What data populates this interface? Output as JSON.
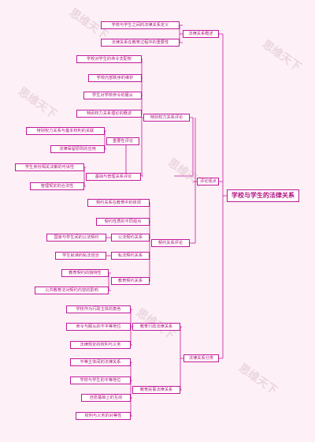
{
  "root": "学校与学生的法律关系",
  "branches": {
    "overview": "法律关系概述",
    "overview_items": [
      "学校与学生之间的法律关系定义",
      "法律关系在教育过程中的重要性"
    ],
    "evaluation": "评论观点",
    "special_power": "特别权力关系评论",
    "special_power_items": [
      "学校对学生的命令支配权",
      "学校内部秩序的维护",
      "学生对学校命令的服从",
      "特别权力关系理论的概述"
    ],
    "importance": "重要性评论",
    "importance_items": [
      "特别权力关系与基本权利的关联",
      "法律保留原则的应用"
    ],
    "basic_management": "基础与管理关系评论",
    "basic_management_items": [
      "学生身份相关决策的可诉性",
      "管理规定的合法性"
    ],
    "contract": "契约关系评论",
    "contract_items": [
      "契约关系在教育中的体现",
      "契约性质的不同观点"
    ],
    "public_law": "公法契约关系",
    "public_law_items": [
      "国家与学生间的公法契约"
    ],
    "private_law": "私法契约关系",
    "private_law_items": [
      "学生就读的私法自治"
    ],
    "education_contract": "教育契约关系",
    "education_contract_items": [
      "教育契约的独特性",
      "公共教育法对契约内容的影响"
    ],
    "types": "法律关系分类",
    "admin": "教育行政法律关系",
    "admin_items": [
      "学校作为行政主体的角色",
      "命令与服从的不平等地位",
      "法律规定的权利与义务"
    ],
    "civil": "教育民事法律关系",
    "civil_items": [
      "平等主体间的法律关系",
      "学校与学生的平等地位",
      "自愿基础上的互动",
      "权利与义务的对等性"
    ]
  },
  "watermark": "思维天下",
  "colors": {
    "line": "#c2189a",
    "text": "#b0127f",
    "background": "#fdf0f6"
  }
}
